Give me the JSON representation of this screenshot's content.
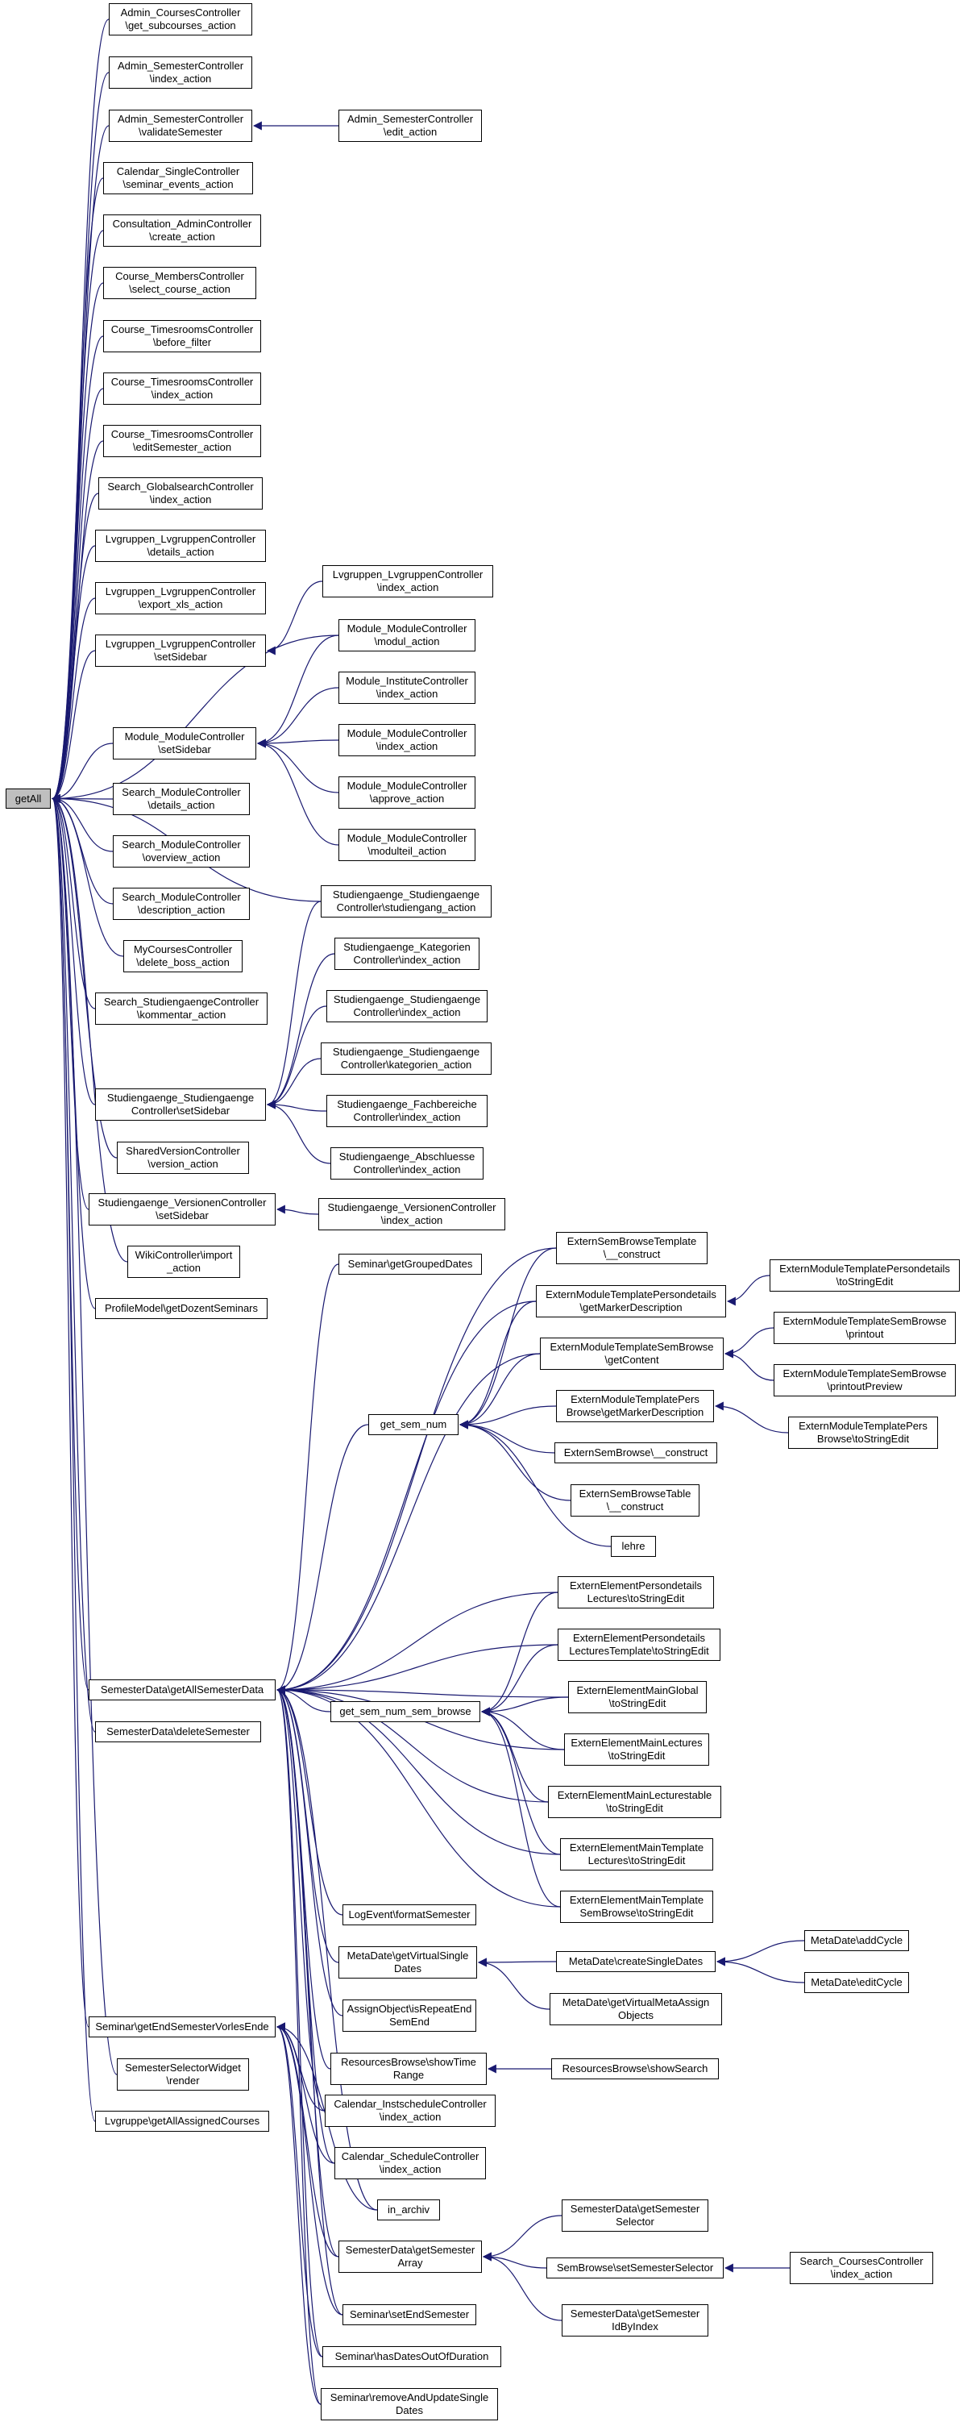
{
  "root": "getAll",
  "nodes": {
    "getAll": "getAll",
    "admin_courses": "Admin_CoursesController\n\\get_subcourses_action",
    "admin_sem_index": "Admin_SemesterController\n\\index_action",
    "admin_sem_validate": "Admin_SemesterController\n\\validateSemester",
    "admin_sem_edit": "Admin_SemesterController\n\\edit_action",
    "calendar_single": "Calendar_SingleController\n\\seminar_events_action",
    "consultation": "Consultation_AdminController\n\\create_action",
    "course_members": "Course_MembersController\n\\select_course_action",
    "course_tr_before": "Course_TimesroomsController\n\\before_filter",
    "course_tr_index": "Course_TimesroomsController\n\\index_action",
    "course_tr_edit": "Course_TimesroomsController\n\\editSemester_action",
    "search_global": "Search_GlobalsearchController\n\\index_action",
    "lvg_details": "Lvgruppen_LvgruppenController\n\\details_action",
    "lvg_export": "Lvgruppen_LvgruppenController\n\\export_xls_action",
    "lvg_sidebar": "Lvgruppen_LvgruppenController\n\\setSidebar",
    "lvg_index": "Lvgruppen_LvgruppenController\n\\index_action",
    "mod_sidebar": "Module_ModuleController\n\\setSidebar",
    "mod_modul": "Module_ModuleController\n\\modul_action",
    "mod_inst_index": "Module_InstituteController\n\\index_action",
    "mod_index": "Module_ModuleController\n\\index_action",
    "mod_approve": "Module_ModuleController\n\\approve_action",
    "mod_modulteil": "Module_ModuleController\n\\modulteil_action",
    "search_mod_details": "Search_ModuleController\n\\details_action",
    "search_mod_overview": "Search_ModuleController\n\\overview_action",
    "search_mod_desc": "Search_ModuleController\n\\description_action",
    "mycourses": "MyCoursesController\n\\delete_boss_action",
    "search_stud": "Search_StudiengaengeController\n\\kommentar_action",
    "stud_sidebar": "Studiengaenge_Studiengaenge\nController\\setSidebar",
    "stud_studiengang": "Studiengaenge_Studiengaenge\nController\\studiengang_action",
    "stud_kat_index": "Studiengaenge_Kategorien\nController\\index_action",
    "stud_stud_index": "Studiengaenge_Studiengaenge\nController\\index_action",
    "stud_kategorien": "Studiengaenge_Studiengaenge\nController\\kategorien_action",
    "stud_fach_index": "Studiengaenge_Fachbereiche\nController\\index_action",
    "stud_abschl_index": "Studiengaenge_Abschluesse\nController\\index_action",
    "shared_version": "SharedVersionController\n\\version_action",
    "stud_ver_sidebar": "Studiengaenge_VersionenController\n\\setSidebar",
    "stud_ver_index": "Studiengaenge_VersionenController\n\\index_action",
    "wiki_import": "WikiController\\import\n_action",
    "profile_model": "ProfileModel\\getDozentSeminars",
    "seminar_grouped": "Seminar\\getGroupedDates",
    "esbt_construct": "ExternSemBrowseTemplate\n\\__construct",
    "emtpd_getmarker": "ExternModuleTemplatePersondetails\n\\getMarkerDescription",
    "emtpd_tostring": "ExternModuleTemplatePersondetails\n\\toStringEdit",
    "emtsb_getcontent": "ExternModuleTemplateSemBrowse\n\\getContent",
    "emtsb_printout": "ExternModuleTemplateSemBrowse\n\\printout",
    "emtsb_preview": "ExternModuleTemplateSemBrowse\n\\printoutPreview",
    "emtpb_getmarker": "ExternModuleTemplatePers\nBrowse\\getMarkerDescription",
    "emtpb_tostring": "ExternModuleTemplatePers\nBrowse\\toStringEdit",
    "get_sem_num": "get_sem_num",
    "esb_construct": "ExternSemBrowse\\__construct",
    "esbtable_construct": "ExternSemBrowseTable\n\\__construct",
    "lehre": "lehre",
    "eepl_tostring": "ExternElementPersondetails\nLectures\\toStringEdit",
    "eeplt_tostring": "ExternElementPersondetails\nLecturesTemplate\\toStringEdit",
    "eemg_tostring": "ExternElementMainGlobal\n\\toStringEdit",
    "eeml_tostring": "ExternElementMainLectures\n\\toStringEdit",
    "eemlt_tostring": "ExternElementMainLecturestable\n\\toStringEdit",
    "eemtl_tostring": "ExternElementMainTemplate\nLectures\\toStringEdit",
    "eemtsb_tostring": "ExternElementMainTemplate\nSemBrowse\\toStringEdit",
    "semdata_getall": "SemesterData\\getAllSemesterData",
    "semdata_delete": "SemesterData\\deleteSemester",
    "get_sem_num_browse": "get_sem_num_sem_browse",
    "logevent": "LogEvent\\formatSemester",
    "metadate_virtual": "MetaDate\\getVirtualSingle\nDates",
    "metadate_create": "MetaDate\\createSingleDates",
    "metadate_addcycle": "MetaDate\\addCycle",
    "metadate_editcycle": "MetaDate\\editCycle",
    "metadate_virtualmeta": "MetaDate\\getVirtualMetaAssign\nObjects",
    "assign_repeat": "AssignObject\\isRepeatEnd\nSemEnd",
    "resources_showtime": "ResourcesBrowse\\showTime\nRange",
    "resources_showsearch": "ResourcesBrowse\\showSearch",
    "seminar_getend": "Seminar\\getEndSemesterVorlesEnde",
    "semselector_render": "SemesterSelectorWidget\n\\render",
    "lvgruppe_assigned": "Lvgruppe\\getAllAssignedCourses",
    "cal_inst_index": "Calendar_InstscheduleController\n\\index_action",
    "cal_sched_index": "Calendar_ScheduleController\n\\index_action",
    "in_archiv": "in_archiv",
    "semdata_array": "SemesterData\\getSemester\nArray",
    "semdata_selector": "SemesterData\\getSemester\nSelector",
    "sembrowse_setsel": "SemBrowse\\setSemesterSelector",
    "search_courses_index": "Search_CoursesController\n\\index_action",
    "semdata_idbyindex": "SemesterData\\getSemester\nIdByIndex",
    "seminar_setend": "Seminar\\setEndSemester",
    "seminar_hasdates": "Seminar\\hasDatesOutOfDuration",
    "seminar_removeupdate": "Seminar\\removeAndUpdateSingle\nDates"
  },
  "colors": {
    "edge": "#191970",
    "node_border": "#000000",
    "root_fill": "#bfbfbf"
  }
}
